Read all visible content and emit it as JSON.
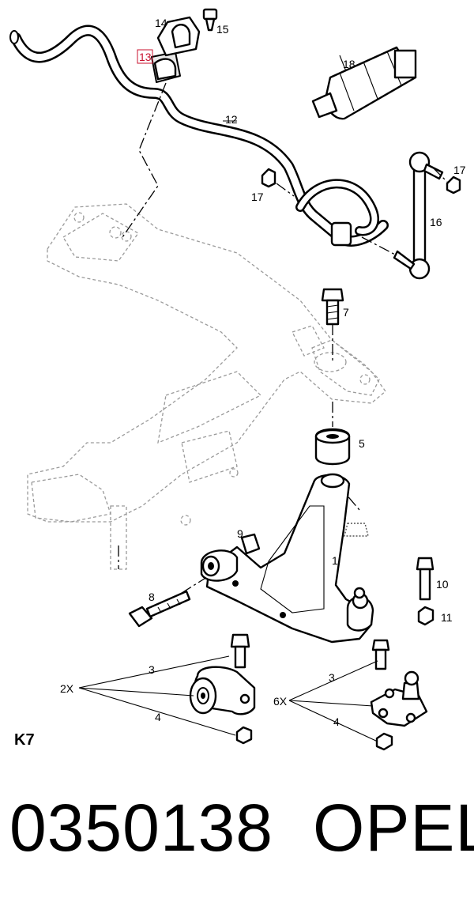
{
  "labels": {
    "l1": "1",
    "l3a": "3",
    "l3b": "3",
    "l4a": "4",
    "l4b": "4",
    "l5": "5",
    "l7": "7",
    "l8": "8",
    "l9": "9",
    "l10": "10",
    "l11": "11",
    "l12": "12",
    "l13": "13",
    "l14": "14",
    "l15": "15",
    "l16": "16",
    "l17a": "17",
    "l17b": "17",
    "l18": "18",
    "qty2x": "2X",
    "qty6x": "6X"
  },
  "section_code": "K7",
  "part_number": "0350138",
  "brand": "OPEL",
  "colors": {
    "highlight": "#c8102e",
    "ink": "#000000",
    "frame": "#9a9a9a"
  }
}
